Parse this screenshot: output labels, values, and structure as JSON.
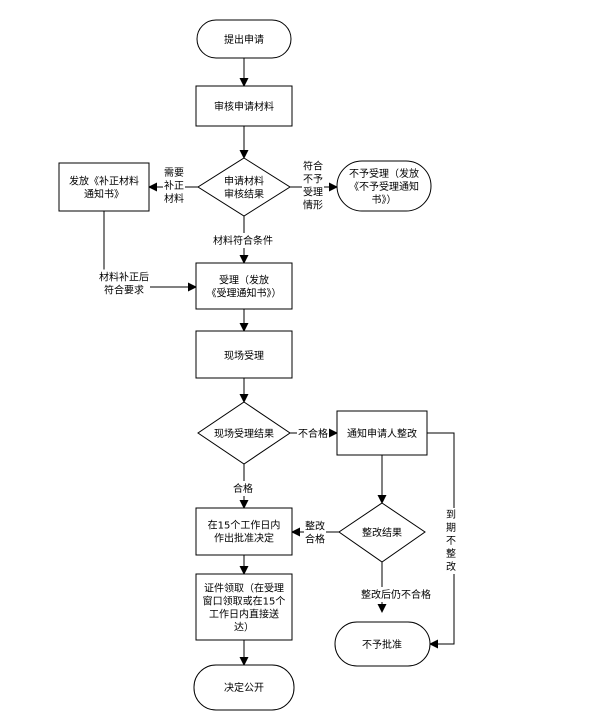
{
  "colors": {
    "line": "#000000",
    "node_fill": "#ffffff",
    "text": "#000000"
  },
  "nodes": {
    "start": {
      "lines": [
        "提出申请"
      ]
    },
    "review": {
      "lines": [
        "审核申请材料"
      ]
    },
    "review_result": {
      "lines": [
        "申请材料",
        "审核结果"
      ]
    },
    "issue_correction": {
      "lines": [
        "发放《补正材料",
        "通知书》"
      ]
    },
    "reject_accept": {
      "lines": [
        "不予受理（发放",
        "《不予受理通知",
        "书》）"
      ]
    },
    "accept": {
      "lines": [
        "受理（发放",
        "《受理通知书》）"
      ]
    },
    "site_accept": {
      "lines": [
        "现场受理"
      ]
    },
    "site_result": {
      "lines": [
        "现场受理结果"
      ]
    },
    "notify_fix": {
      "lines": [
        "通知申请人整改"
      ]
    },
    "decide": {
      "lines": [
        "在15个工作日内",
        "作出批准决定"
      ]
    },
    "fix_result": {
      "lines": [
        "整改结果"
      ]
    },
    "license": {
      "lines": [
        "证件领取（在受理",
        "窗口领取或在15个",
        "工作日内直接送",
        "达）"
      ]
    },
    "not_approved": {
      "lines": [
        "不予批准"
      ]
    },
    "publish": {
      "lines": [
        "决定公开"
      ]
    }
  },
  "edge_labels": {
    "need_correction": [
      "需要",
      "补正",
      "材料"
    ],
    "not_accept_case": [
      "符合",
      "不予",
      "受理",
      "情形"
    ],
    "meets_conditions": [
      "材料符合条件"
    ],
    "corrected": [
      "材料补正后",
      "符合要求"
    ],
    "unqualified": [
      "不合格"
    ],
    "qualified": [
      "合格"
    ],
    "fixed_qualified": [
      "整改",
      "合格"
    ],
    "still_unqualified": [
      "整改后仍不合格"
    ],
    "overdue": [
      "到",
      "期",
      "不",
      "整",
      "改"
    ]
  }
}
